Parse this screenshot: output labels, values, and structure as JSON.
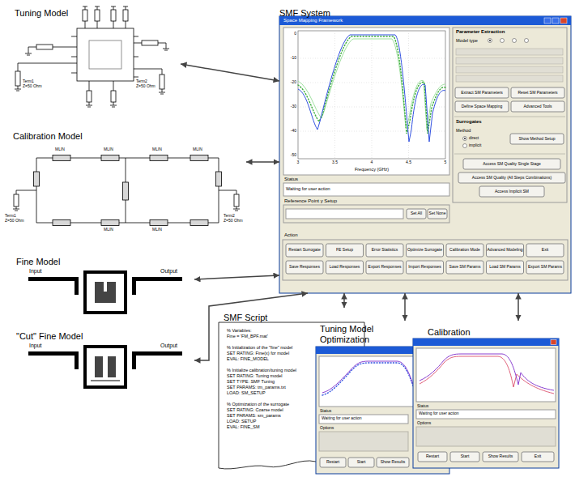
{
  "diagram": {
    "nodes": [
      {
        "text": [
          "Tuning Model"
        ]
      },
      {
        "text": [
          "Calibration Model"
        ]
      },
      {
        "text": [
          "Fine Model"
        ]
      },
      {
        "text": [
          "\"Cut\" Fine Model"
        ]
      },
      {
        "text": [
          "SMF System"
        ]
      },
      {
        "text": [
          "SMF Script"
        ]
      },
      {
        "text": [
          "Tuning Model Optimization"
        ]
      },
      {
        "text": [
          "Calibration"
        ]
      }
    ],
    "edges": [
      {
        "from": 0,
        "to": 4,
        "arrow": "both"
      },
      {
        "from": 1,
        "to": 4,
        "arrow": "both"
      },
      {
        "from": 2,
        "to": 4,
        "arrow": "both"
      },
      {
        "from": 3,
        "to": 4,
        "arrow": "both"
      },
      {
        "from": 5,
        "to": 4,
        "arrow": "both"
      },
      {
        "from": 4,
        "to": 6,
        "arrow": "both"
      },
      {
        "from": 4,
        "to": 7,
        "arrow": "both"
      }
    ],
    "labels": [
      "Term1",
      "Z=50 Ohm",
      "Term2",
      "Z=50 Ohm",
      "MLIN",
      "MLIN",
      "MLIN",
      "MLIN",
      "MLIN",
      "MLIN",
      "Term1",
      "Z=50 Ohm",
      "Term2",
      "Z=50 Ohm",
      "Input",
      "Output",
      "Input",
      "Output",
      "Space Mapping Framework",
      "0",
      "-10",
      "-20",
      "-30",
      "-40",
      "-50",
      "3",
      "3.5",
      "4",
      "4.5",
      "5",
      "Frequency (GHz)",
      "Status",
      "Waiting for user action",
      "Reference Point y Setup",
      "Set All",
      "Set None",
      "Parameter Extraction",
      "Model type",
      "Extract SM Parameters",
      "Reset SM Parameters",
      "Define Space Mapping",
      "Advanced Tools",
      "Surrogates",
      "Method",
      "direct",
      "implicit",
      "Show Method Setup",
      "Access SM Quality Single Stage",
      "Access SM Quality (All Steps Combinations)",
      "Access Implicit SM",
      "Action",
      "Restart Surrogate",
      "FE Setup",
      "Error Statistics",
      "Optimize Surrogate",
      "Calibration Mode",
      "Advanced Modeling",
      "Exit",
      "Save Responses",
      "Load Responses",
      "Export Responses",
      "Import Responses",
      "Save SM Params",
      "Load SM Params",
      "Export SM Params",
      "Status",
      "Waiting for user action",
      "Options",
      "Restart",
      "Start",
      "Show Results",
      "Status",
      "Waiting for user action",
      "Options",
      "Restart",
      "Start",
      "Show Results",
      "Exit",
      "% Variables:",
      "Fine = 'FM_BPF.mat'",
      "% Initialization of the \"fine\" model",
      "SET RATING: Fine(x) for model",
      "EVAL: FINE_MODEL",
      "% Initialize calibration/tuning model",
      "SET RATING: Tuning model",
      "SET TYPE: SMF Tuning",
      "SET PARAMS: tm_params.txt",
      "LOAD: SM_SETUP",
      "% Optimization of the surrogate",
      "SET RATING: Coarse model",
      "SET PARAMS: sm_params",
      "LOAD: SETUP",
      "EVAL: FINE_SM"
    ]
  }
}
